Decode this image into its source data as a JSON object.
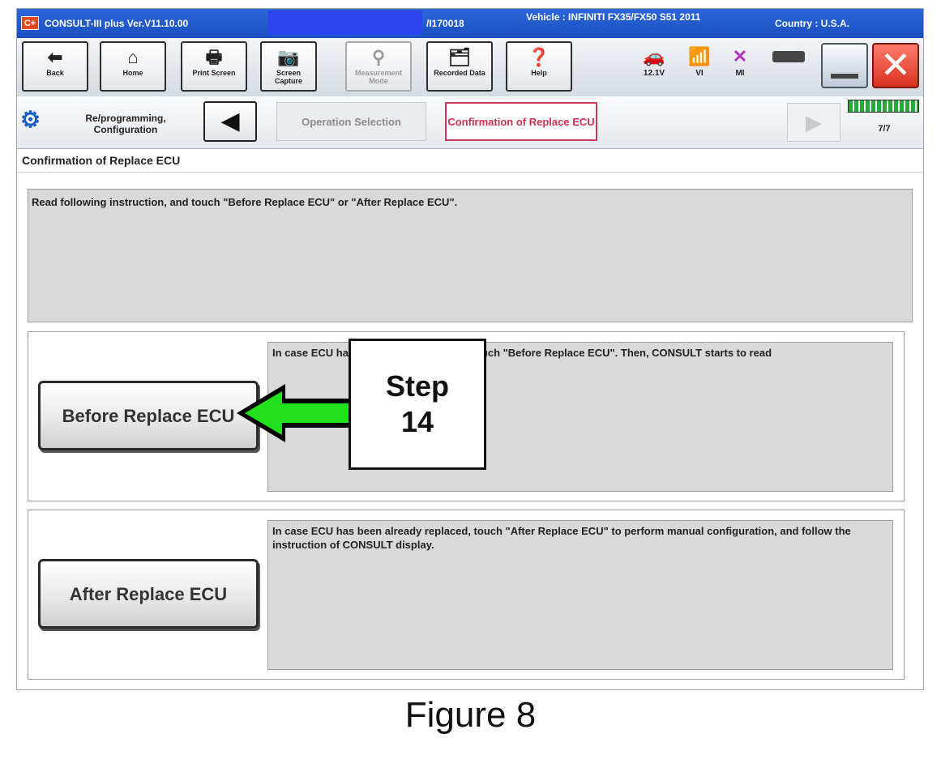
{
  "titlebar": {
    "logo": "C+",
    "app": "CONSULT-III plus  Ver.V11.10.00",
    "serial": "/I170018",
    "vehicle": "Vehicle : INFINITI FX35/FX50 S51 2011",
    "country": "Country : U.S.A."
  },
  "toolbar": {
    "back": "Back",
    "home": "Home",
    "print_screen": "Print Screen",
    "screen_capture": "Screen Capture",
    "measurement_mode": "Measurement Mode",
    "recorded_data": "Recorded Data",
    "help": "Help",
    "battery": "12.1V",
    "vi": "VI",
    "mi": "MI"
  },
  "navbar": {
    "home_crumb": "Re/programming, Configuration",
    "operation_selection": "Operation Selection",
    "current": "Confirmation of Replace ECU",
    "progress": "7/7"
  },
  "page_title": "Confirmation of Replace ECU",
  "instruction": "Read following instruction, and touch \"Before Replace ECU\" or \"After Replace ECU\".",
  "before": {
    "label": "Before Replace ECU",
    "desc": "In case ECU has not been replaced yet, touch \"Before Replace ECU\". Then, CONSULT starts to read"
  },
  "after": {
    "label": "After Replace ECU",
    "desc": "In case ECU has been already replaced, touch \"After Replace ECU\" to perform manual configuration, and follow the instruction of CONSULT display."
  },
  "callout": {
    "line1": "Step",
    "line2": "14"
  },
  "caption": "Figure 8",
  "colors": {
    "accent_arrow": "#22e01c",
    "close": "#e0392a",
    "title_bar": "#1f56c9"
  }
}
